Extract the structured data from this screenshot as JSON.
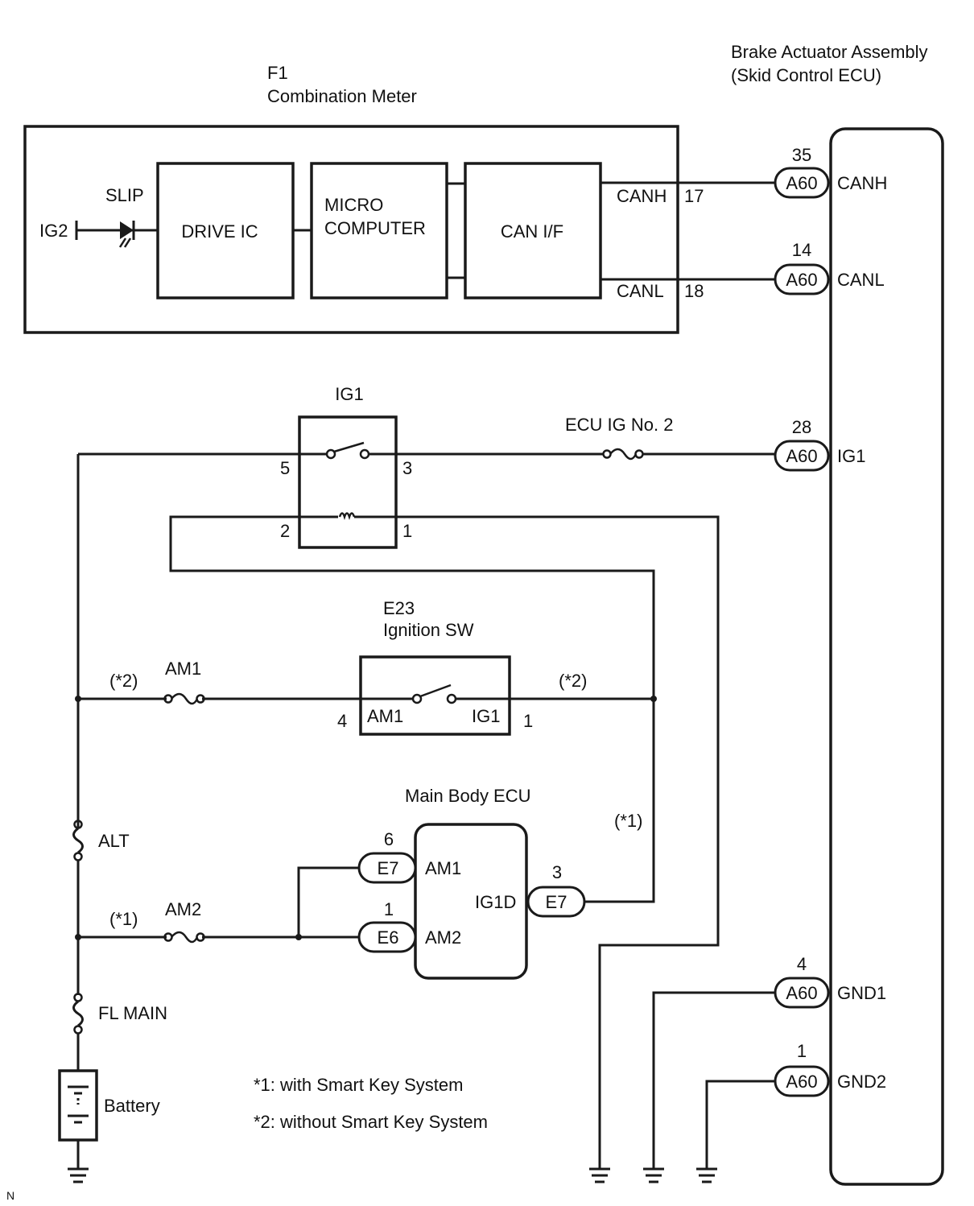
{
  "combination_meter": {
    "connector": "F1",
    "title": "Combination Meter",
    "blocks": {
      "drive_ic": "DRIVE IC",
      "micro_1": "MICRO",
      "micro_2": "COMPUTER",
      "can_if": "CAN I/F"
    },
    "slip": "SLIP",
    "ig2": "IG2",
    "canh_label": "CANH",
    "canh_pin": "17",
    "canl_label": "CANL",
    "canl_pin": "18"
  },
  "brake_actuator": {
    "title_1": "Brake Actuator Assembly",
    "title_2": "(Skid Control ECU)",
    "pins": [
      {
        "num": "35",
        "conn": "A60",
        "name": "CANH"
      },
      {
        "num": "14",
        "conn": "A60",
        "name": "CANL"
      },
      {
        "num": "28",
        "conn": "A60",
        "name": "IG1"
      },
      {
        "num": "4",
        "conn": "A60",
        "name": "GND1"
      },
      {
        "num": "1",
        "conn": "A60",
        "name": "GND2"
      }
    ]
  },
  "ig1_relay": {
    "label": "IG1",
    "pin5": "5",
    "pin3": "3",
    "pin2": "2",
    "pin1": "1"
  },
  "ecu_ig_fuse": "ECU IG No. 2",
  "ignition_sw": {
    "connector": "E23",
    "title": "Ignition SW",
    "am1": "AM1",
    "ig1": "IG1",
    "pin4": "4",
    "pin1": "1"
  },
  "am1_fuse": "AM1",
  "am2_fuse": "AM2",
  "note_tags": {
    "star1": "(*1)",
    "star2": "(*2)"
  },
  "main_body_ecu": {
    "title": "Main Body ECU",
    "am1_num": "6",
    "am1_conn": "E7",
    "am1": "AM1",
    "am2_num": "1",
    "am2_conn": "E6",
    "am2": "AM2",
    "ig1d_num": "3",
    "ig1d_conn": "E7",
    "ig1d": "IG1D"
  },
  "alt_fuse": "ALT",
  "fl_main_fuse": "FL MAIN",
  "battery": "Battery",
  "notes": [
    "*1: with Smart Key System",
    "*2: without Smart Key System"
  ],
  "corner_mark": "N"
}
